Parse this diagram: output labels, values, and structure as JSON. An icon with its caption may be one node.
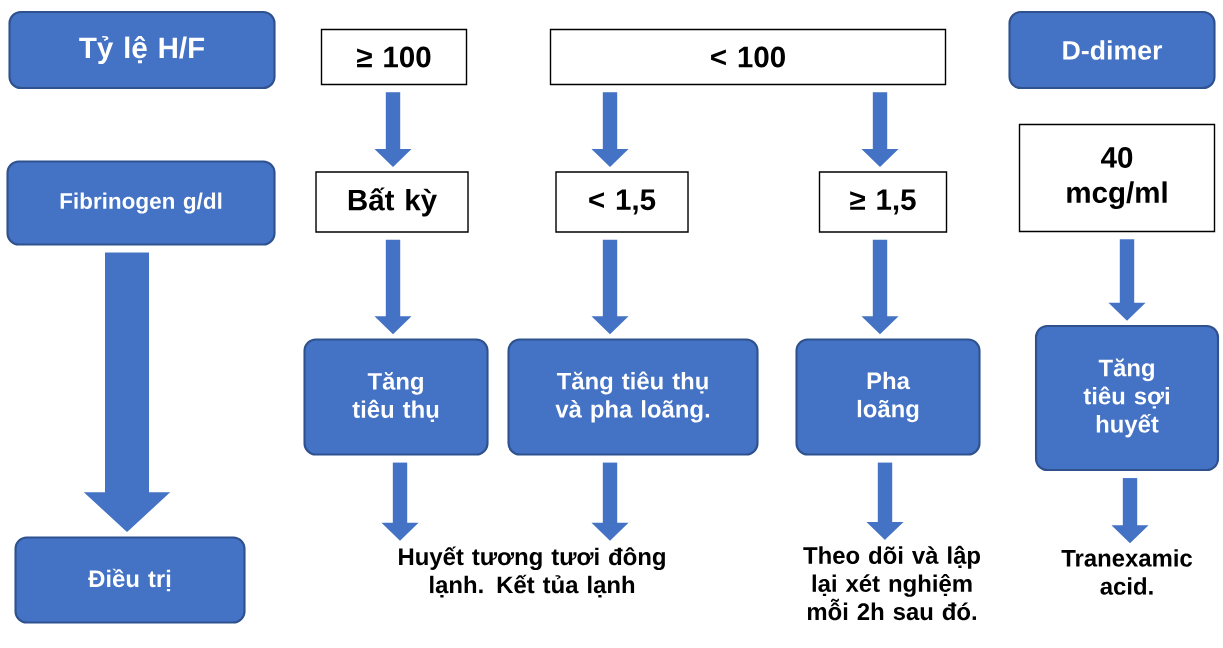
{
  "diagram": {
    "nodes": [
      {
        "text": [
          "Tỷ lệ H/F"
        ]
      },
      {
        "text": [
          "≥ 100"
        ]
      },
      {
        "text": [
          "< 100"
        ]
      },
      {
        "text": [
          "D-dimer"
        ]
      },
      {
        "text": [
          "Fibrinogen g/dl"
        ]
      },
      {
        "text": [
          "Bất kỳ"
        ]
      },
      {
        "text": [
          "< 1,5"
        ]
      },
      {
        "text": [
          "≥ 1,5"
        ]
      },
      {
        "text": [
          "40 mcg/ml"
        ]
      },
      {
        "text": [
          "Tăng tiêu thụ"
        ]
      },
      {
        "text": [
          "Tăng tiêu thụ và pha loãng."
        ]
      },
      {
        "text": [
          "Pha loãng"
        ]
      },
      {
        "text": [
          "Tăng tiêu sợi huyết"
        ]
      },
      {
        "text": [
          "Điều trị"
        ]
      },
      {
        "text": [
          "Huyết tương tươi đông lạnh. Kết tủa lạnh"
        ]
      },
      {
        "text": [
          "Theo dõi và lập lại xét nghiệm mỗi 2h sau đó."
        ]
      },
      {
        "text": [
          "Tranexamic acid."
        ]
      }
    ],
    "edges": [
      {
        "from": 1,
        "to": 5,
        "arrow": "to"
      },
      {
        "from": 2,
        "to": 6,
        "arrow": "to"
      },
      {
        "from": 2,
        "to": 7,
        "arrow": "to"
      },
      {
        "from": 5,
        "to": 9,
        "arrow": "to"
      },
      {
        "from": 6,
        "to": 10,
        "arrow": "to"
      },
      {
        "from": 7,
        "to": 11,
        "arrow": "to"
      },
      {
        "from": 8,
        "to": 12,
        "arrow": "to"
      },
      {
        "from": 9,
        "to": 14,
        "arrow": "to"
      },
      {
        "from": 10,
        "to": 14,
        "arrow": "to"
      },
      {
        "from": 11,
        "to": 15,
        "arrow": "to"
      },
      {
        "from": 12,
        "to": 16,
        "arrow": "to"
      },
      {
        "from": 4,
        "to": 13,
        "arrow": "to",
        "style": "thick"
      }
    ]
  }
}
